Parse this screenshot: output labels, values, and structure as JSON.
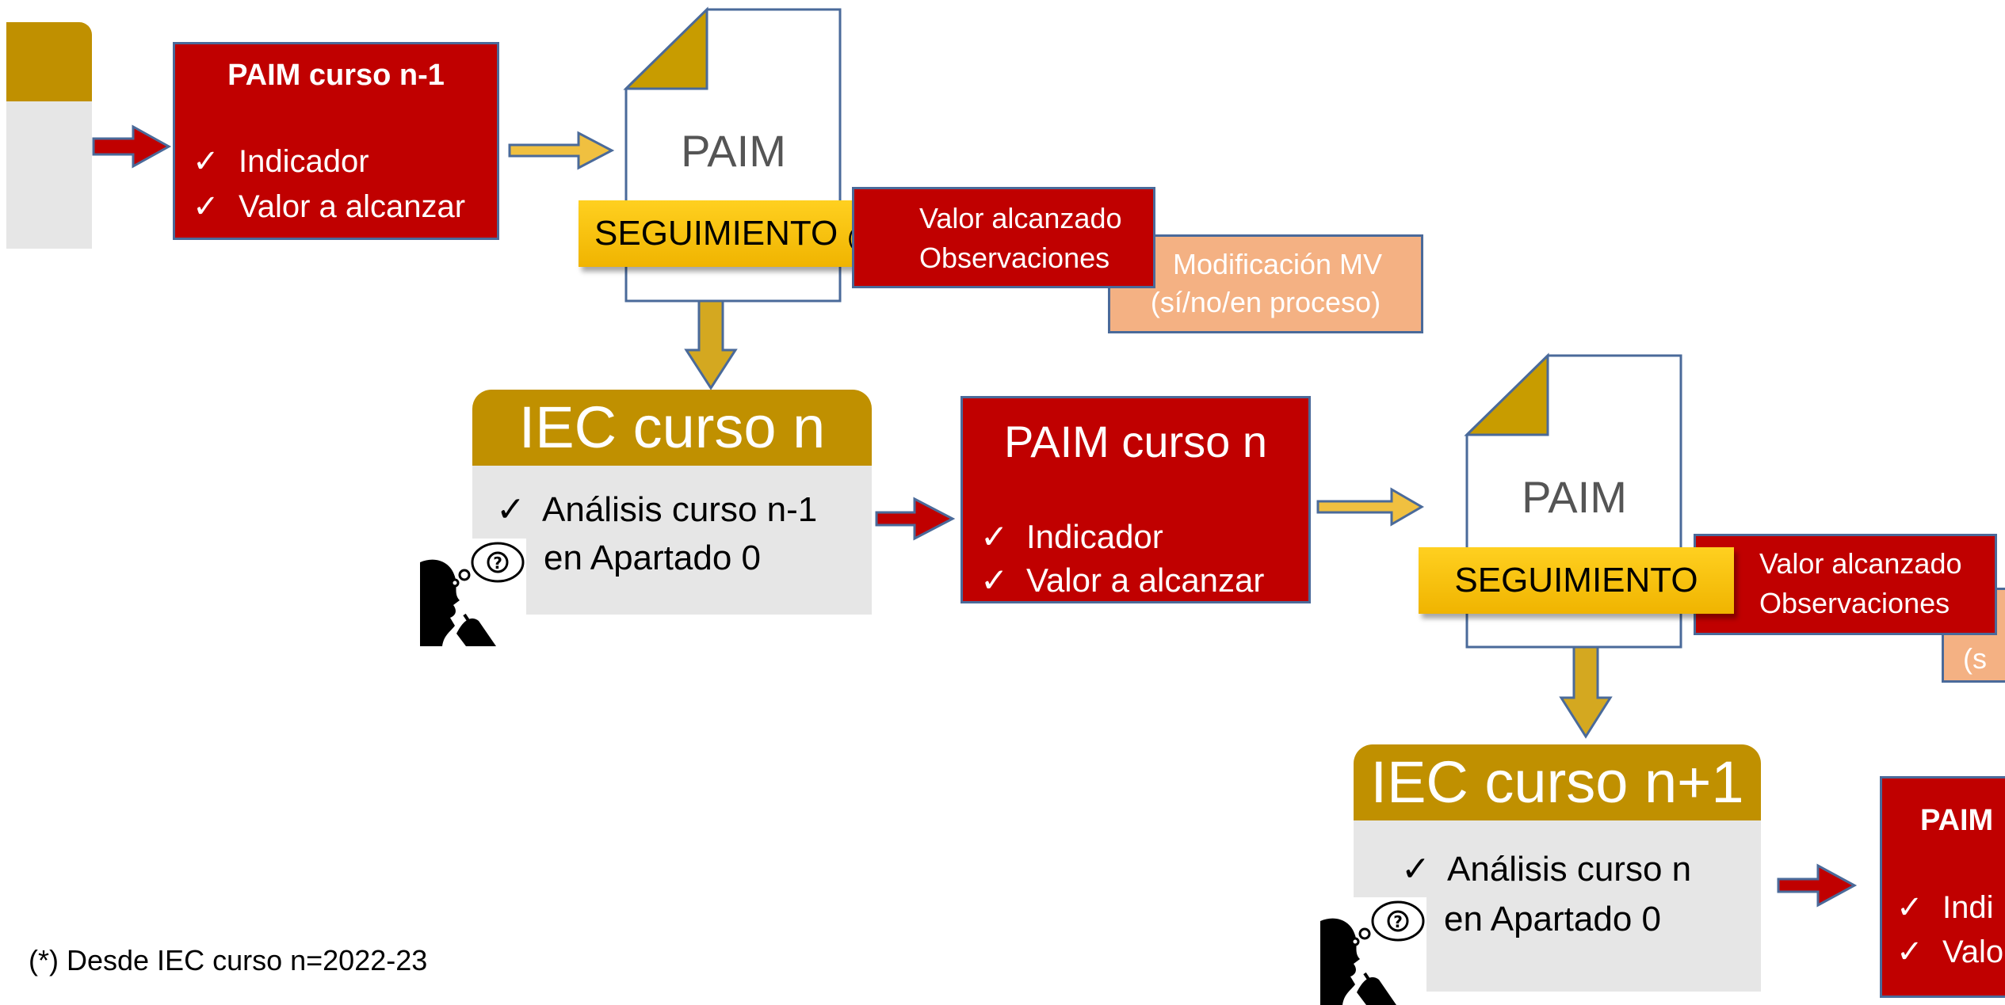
{
  "paim_top": {
    "title": "PAIM curso n-1",
    "items": [
      "Indicador",
      "Valor a alcanzar"
    ]
  },
  "doc1": {
    "label": "PAIM",
    "seguimiento": "SEGUIMIENTO",
    "seguimiento_note": "(*)"
  },
  "values1": {
    "line1": "Valor alcanzado",
    "line2": "Observaciones"
  },
  "modif1": {
    "line1": "Modificación MV",
    "line2": "(sí/no/en proceso)"
  },
  "iec1": {
    "title": "IEC curso n",
    "line1": "Análisis curso n-1",
    "line2": "en Apartado 0"
  },
  "paim_mid": {
    "title": "PAIM curso n",
    "items": [
      "Indicador",
      "Valor a alcanzar"
    ]
  },
  "doc2": {
    "label": "PAIM",
    "seguimiento": "SEGUIMIENTO"
  },
  "values2": {
    "line1": "Valor alcanzado",
    "line2": "Observaciones"
  },
  "modif2": {
    "text": "(s"
  },
  "iec2": {
    "title": "IEC curso n+1",
    "line1": "Análisis curso n",
    "line2": "en Apartado 0"
  },
  "paim_bottom": {
    "title": "PAIM",
    "items": [
      "Indi",
      "Valo"
    ]
  },
  "footnote": "(*) Desde IEC curso n=2022-23",
  "checkmark": "✓",
  "colors": {
    "red": "#c00000",
    "gold": "#c09000",
    "grey": "#e6e6e6",
    "peach": "#f4b183",
    "yellow": "#ffc000",
    "border_blue": "#4a6a9a"
  }
}
